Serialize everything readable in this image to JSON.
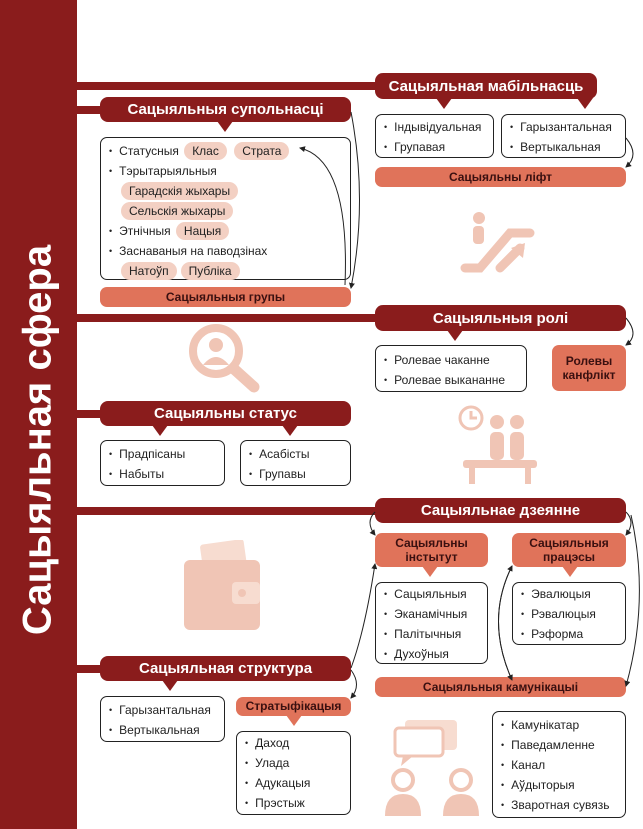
{
  "sidebar": {
    "title": "Сацыяльная сфера"
  },
  "colors": {
    "dark": "#8a1c1c",
    "accent": "#e0735a",
    "pill": "#f3d0c3",
    "icon": "#f0c5b5"
  },
  "communities": {
    "title": "Сацыяльныя супольнасці",
    "status_label": "Статусныя",
    "status_pills": [
      "Клас",
      "Страта"
    ],
    "territorial_label": "Тэрытарыяльныя",
    "territorial_pills": [
      "Гарадскія жыхары",
      "Сельскія жыхары"
    ],
    "ethnic_label": "Этнічныя",
    "ethnic_pills": [
      "Нацыя"
    ],
    "behavior_label": "Заснаваныя на паводзінах",
    "behavior_pills": [
      "Натоўп",
      "Публіка"
    ],
    "groups": "Сацыяльныя групы"
  },
  "mobility": {
    "title": "Сацыяльная мабільнасць",
    "box1": [
      "Індывідуальная",
      "Групавая"
    ],
    "box2": [
      "Гарызантальная",
      "Вертыкальная"
    ],
    "lift": "Сацыяльны ліфт"
  },
  "roles": {
    "title": "Сацыяльныя ролі",
    "items": [
      "Ролевае чаканне",
      "Ролевае выкананне"
    ],
    "conflict": "Ролевы канфлікт"
  },
  "status": {
    "title": "Сацыяльны статус",
    "box1": [
      "Прадпісаны",
      "Набыты"
    ],
    "box2": [
      "Асабісты",
      "Групавы"
    ]
  },
  "action": {
    "title": "Сацыяльнае дзеянне",
    "institute": "Сацыяльны інстытут",
    "institute_items": [
      "Сацыяльныя",
      "Эканамічныя",
      "Палітычныя",
      "Духоўныя"
    ],
    "processes": "Сацыяльныя працэсы",
    "processes_items": [
      "Эвалюцыя",
      "Рэвалюцыя",
      "Рэформа"
    ],
    "communications": "Сацыяльныя камунікацыі",
    "communications_items": [
      "Камунікатар",
      "Паведамленне",
      "Канал",
      "Аўдыторыя",
      "Зваротная сувязь"
    ]
  },
  "structure": {
    "title": "Сацыяльная структура",
    "box1": [
      "Гарызантальная",
      "Вертыкальная"
    ],
    "stratification": "Стратыфікацыя",
    "strat_items": [
      "Даход",
      "Улада",
      "Адукацыя",
      "Прэстыж"
    ]
  }
}
